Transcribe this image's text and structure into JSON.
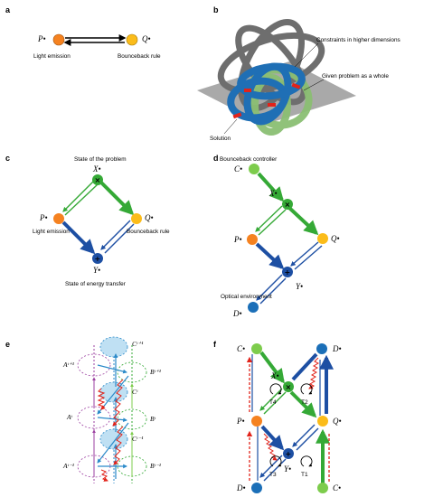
{
  "panels": {
    "a": {
      "label": "a",
      "p_var": "P•",
      "q_var": "Q•",
      "p_caption": "Light emission",
      "q_caption": "Bounceback rule"
    },
    "b": {
      "label": "b",
      "constraints_caption": "Constraints in higher dimensions",
      "whole_caption": "Given problem as a whole",
      "solution_caption": "Solution"
    },
    "c": {
      "label": "c",
      "state_problem": "State of the problem",
      "x_var": "X•",
      "p_var": "P•",
      "q_var": "Q•",
      "y_var": "Y•",
      "p_caption": "Light emission",
      "q_caption": "Bounceback rule",
      "y_caption": "State of energy transfer"
    },
    "d": {
      "label": "d",
      "controller_caption": "Bounceback controller",
      "c_var": "C•",
      "x_var": "X•",
      "p_var": "P•",
      "q_var": "Q•",
      "y_var": "Y•",
      "d_var": "D•",
      "env_caption": "Optical environment"
    },
    "e": {
      "label": "e",
      "a_top": "Aᵗ⁺¹",
      "a_mid": "Aᵗ",
      "a_bot": "Aᵗ⁻¹",
      "b_top": "Bᵗ⁺¹",
      "b_mid": "Bᵗ",
      "b_bot": "Bᵗ⁻¹",
      "c_top": "Cᵗ⁺¹",
      "c_mid": "Cᵗ",
      "c_bot": "Cᵗ⁻¹"
    },
    "f": {
      "label": "f",
      "c_top": "C•",
      "d_top": "D•",
      "x_var": "X•",
      "p_var": "P•",
      "q_var": "Q•",
      "y_var": "Y•",
      "d_bot": "D•",
      "c_bot": "C•",
      "t1": "T1",
      "t2": "T2",
      "t3": "T3",
      "t4": "T4"
    }
  },
  "operators": {
    "times": "×",
    "plus": "+"
  },
  "colors": {
    "green": "#35a936",
    "light_green": "#7dcc4c",
    "orange": "#f58220",
    "yellow": "#fbbc1a",
    "blue": "#1d4fa3",
    "node_blue": "#1b6fb8",
    "cyan": "#2b8ac9",
    "red": "#e2231a",
    "purple": "#9b3fa0",
    "gray": "#666666",
    "knot_blue": "#1f6fb5",
    "knot_green": "#8bbf73",
    "knot_gray": "#6e6e6e"
  }
}
